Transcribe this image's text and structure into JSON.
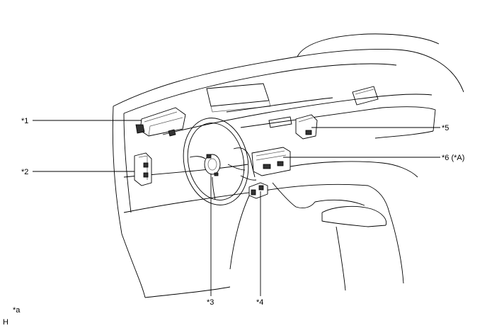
{
  "labels": {
    "l1": "*1",
    "l2": "*2",
    "l3": "*3",
    "l4": "*4",
    "l5": "*5",
    "l6": "*6 (*A)",
    "la": "*a",
    "lh": "H"
  }
}
